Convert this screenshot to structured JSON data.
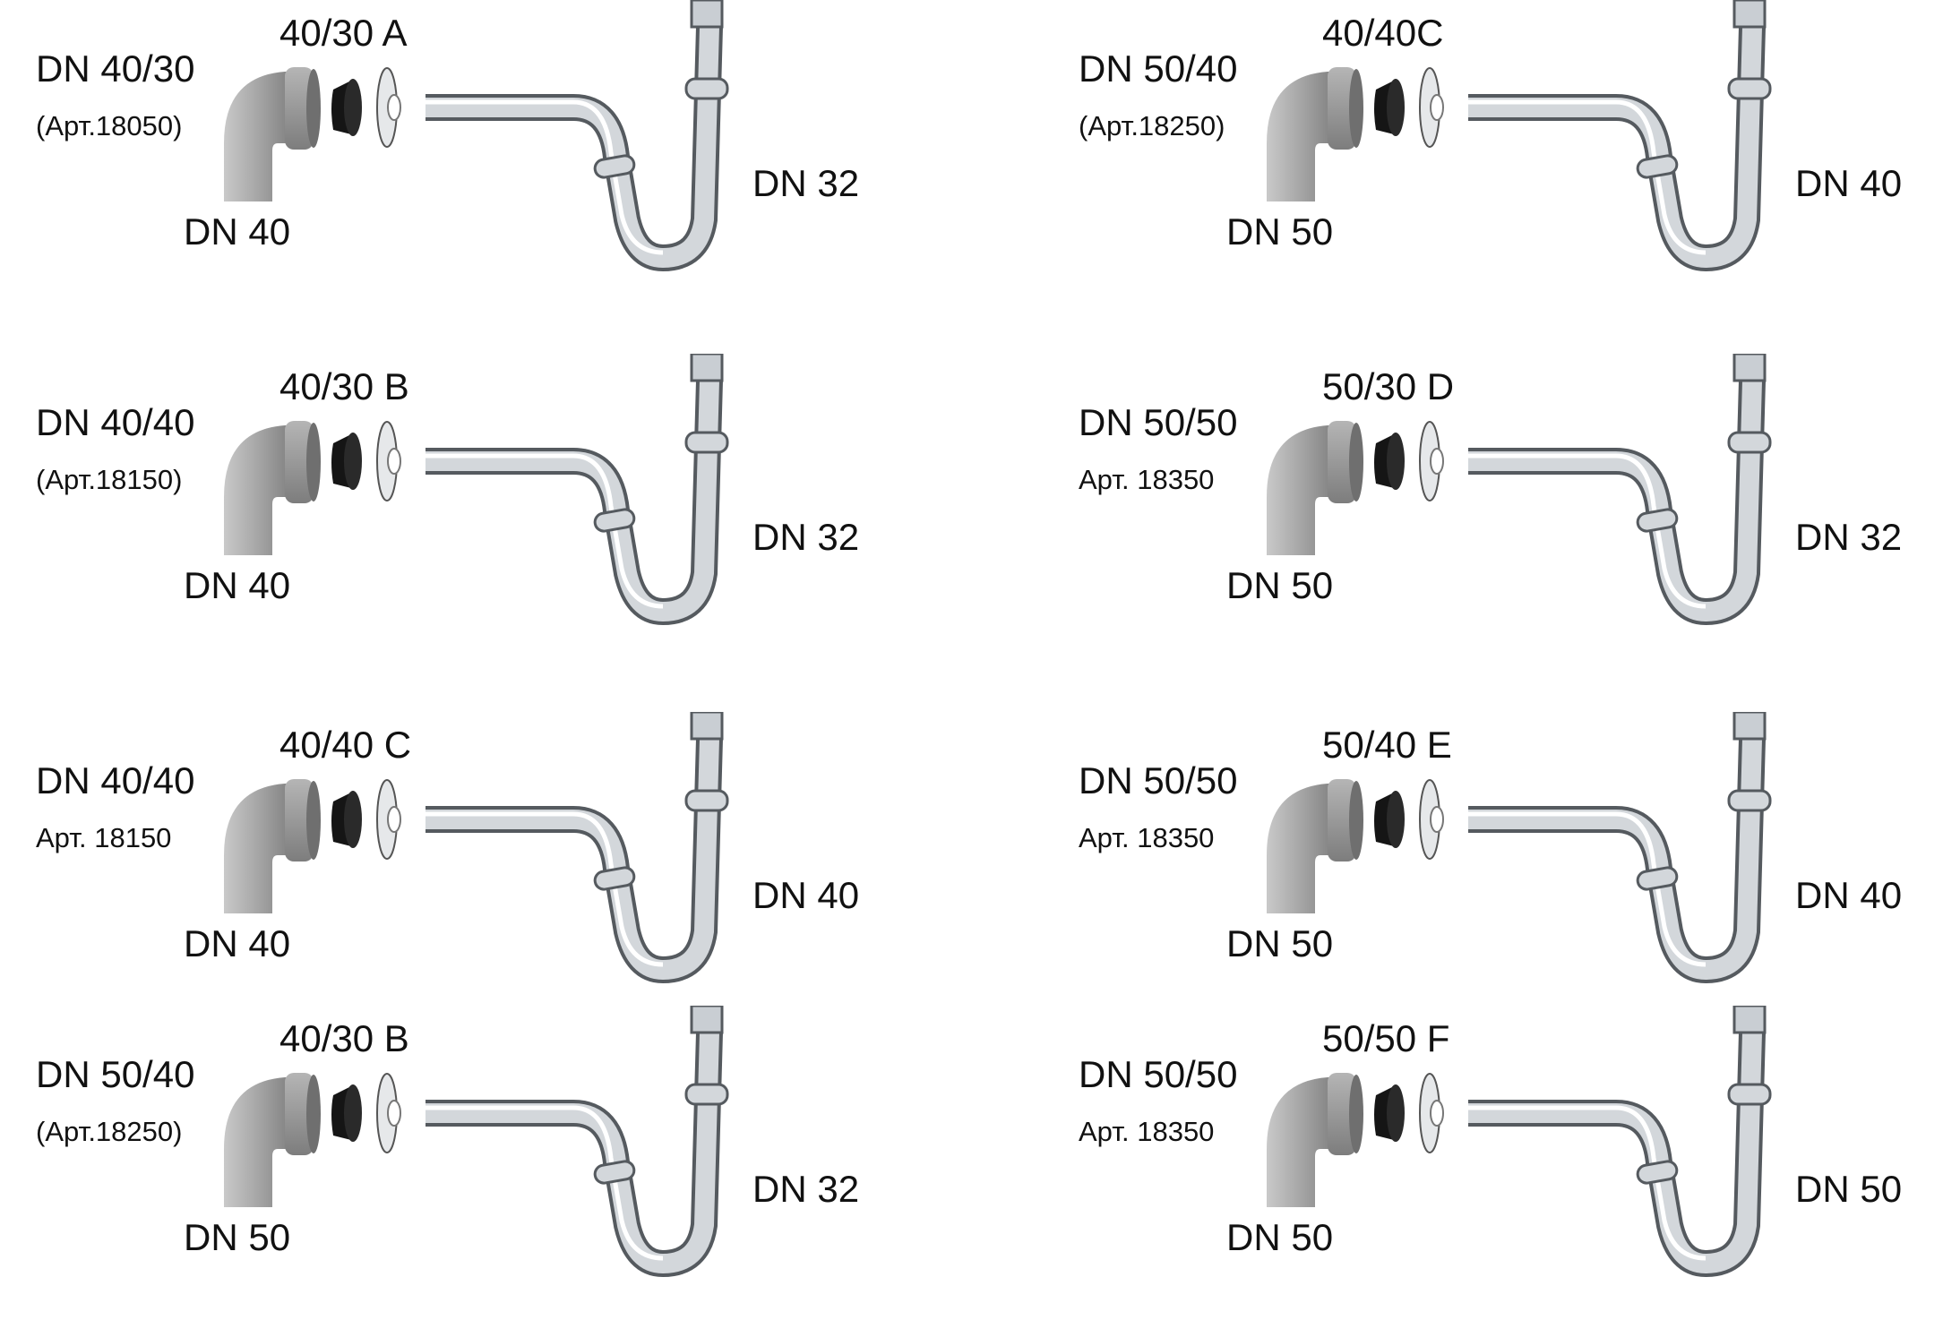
{
  "colors": {
    "background": "#ffffff",
    "text": "#111111",
    "elbow_grey": "#9a9a9a",
    "gasket_black": "#151515",
    "chrome": "#c9ced3"
  },
  "panels": [
    {
      "title": "DN 40/30",
      "article": "(Арт.18050)",
      "connector": "40/30 A",
      "inlet": "DN 40",
      "outlet": "DN 32"
    },
    {
      "title": "DN 50/40",
      "article": "(Арт.18250)",
      "connector": "40/40C",
      "inlet": "DN 50",
      "outlet": "DN 40"
    },
    {
      "title": "DN 40/40",
      "article": "(Арт.18150)",
      "connector": "40/30 B",
      "inlet": "DN 40",
      "outlet": "DN 32"
    },
    {
      "title": "DN 50/50",
      "article": "Арт. 18350",
      "connector": "50/30 D",
      "inlet": "DN 50",
      "outlet": "DN 32"
    },
    {
      "title": "DN 40/40",
      "article": "Арт. 18150",
      "connector": "40/40 C",
      "inlet": "DN 40",
      "outlet": "DN 40"
    },
    {
      "title": "DN 50/50",
      "article": "Арт. 18350",
      "connector": "50/40 E",
      "inlet": "DN 50",
      "outlet": "DN 40"
    },
    {
      "title": "DN 50/40",
      "article": "(Арт.18250)",
      "connector": "40/30 B",
      "inlet": "DN 50",
      "outlet": "DN 32"
    },
    {
      "title": "DN 50/50",
      "article": "Арт. 18350",
      "connector": "50/50 F",
      "inlet": "DN 50",
      "outlet": "DN 50"
    }
  ]
}
